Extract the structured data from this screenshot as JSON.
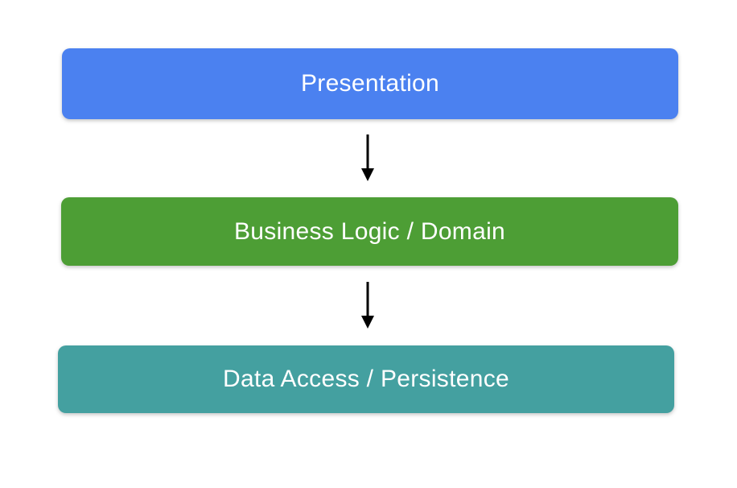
{
  "diagram": {
    "background_color": "#ffffff",
    "text_color": "#ffffff",
    "layers": [
      {
        "id": "presentation",
        "label": "Presentation",
        "color": "#4b81f0"
      },
      {
        "id": "business",
        "label": "Business Logic / Domain",
        "color": "#4d9e35"
      },
      {
        "id": "data",
        "label": "Data Access / Persistence",
        "color": "#44a0a0"
      }
    ],
    "arrows": [
      {
        "from": "presentation",
        "to": "business",
        "color": "#000000",
        "direction": "down"
      },
      {
        "from": "business",
        "to": "data",
        "color": "#000000",
        "direction": "down"
      }
    ]
  }
}
